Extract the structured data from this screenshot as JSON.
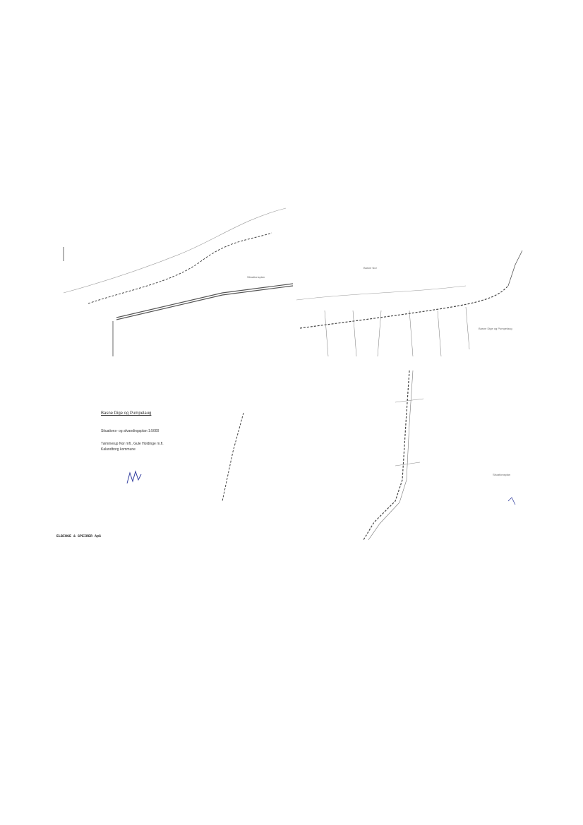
{
  "document": {
    "panels": [
      {
        "name": "map-plan-1",
        "title_block": "Situationsplan",
        "labels": []
      },
      {
        "name": "map-plan-2",
        "title_block": "Basne Dige og Pumpelaug",
        "labels": [
          "Basne Nor"
        ]
      },
      {
        "name": "cover-sheet",
        "title": "Basne Dige og Pumpelaug",
        "subtitle": "Situations- og afvandingsplan 1:5000",
        "line1": "Tømmerup Nor mfl., Gule Holdinge m.fl.",
        "line2": "Kalundborg kommune",
        "company": "ELBINGE & SPEIRER ApS"
      },
      {
        "name": "map-plan-3",
        "title_block": "Situationsplan",
        "labels": []
      }
    ]
  }
}
